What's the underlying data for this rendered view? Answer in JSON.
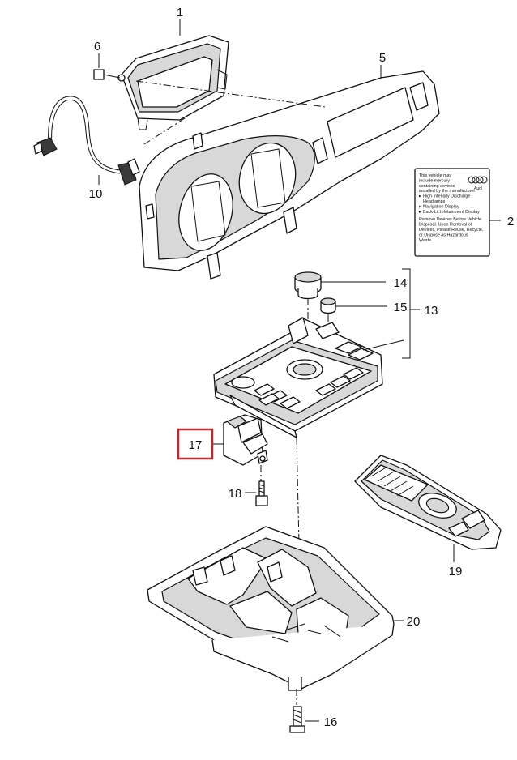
{
  "callouts": {
    "c1": "1",
    "c2": "2",
    "c5": "5",
    "c6": "6",
    "c10": "10",
    "c13": "13",
    "c14": "14",
    "c15": "15",
    "c16": "16",
    "c17": "17",
    "c18": "18",
    "c19": "19",
    "c20": "20"
  },
  "highlight_color": "#c0282d",
  "warning_label": {
    "lines_top": [
      "This vehicle may",
      "include mercury-",
      "containing devices",
      "installed by the manufacturer:"
    ],
    "bullets": [
      "High Intensity Discharge",
      "Headlamps",
      "Navigation Display",
      "Back-Lit Infotainment Display"
    ],
    "bullet_marks": [
      true,
      false,
      true,
      true
    ],
    "lines_bottom": [
      "Remove Devices Before Vehicle",
      "Disposal. Upon Removal of",
      "Devices, Please Reuse, Recycle,",
      "or Dispose as Hazardous",
      "Waste."
    ],
    "brand": "Audi"
  }
}
